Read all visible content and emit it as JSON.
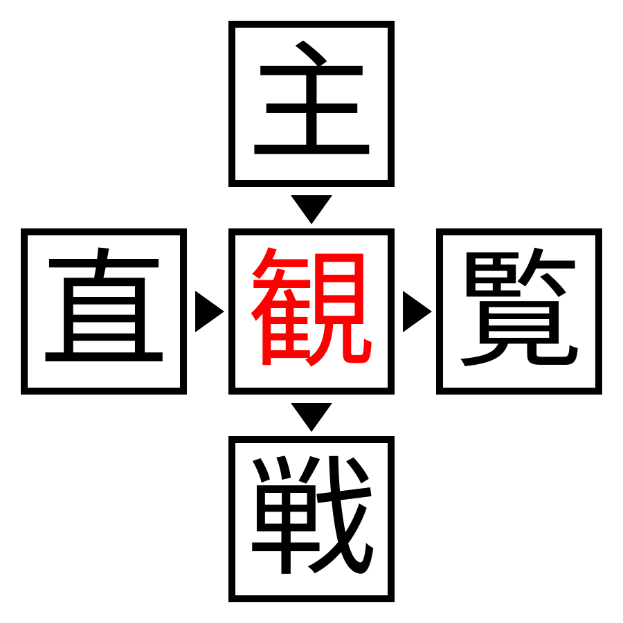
{
  "puzzle": {
    "type": "kanji-compound-cross",
    "center": {
      "char": "観",
      "color": "#ff0000"
    },
    "top": {
      "char": "主",
      "color": "#000000"
    },
    "left": {
      "char": "直",
      "color": "#000000"
    },
    "right": {
      "char": "覧",
      "color": "#000000"
    },
    "bottom": {
      "char": "戦",
      "color": "#000000"
    },
    "arrows": [
      {
        "from": "top",
        "to": "center",
        "direction": "down"
      },
      {
        "from": "left",
        "to": "center",
        "direction": "right"
      },
      {
        "from": "center",
        "to": "right",
        "direction": "right"
      },
      {
        "from": "center",
        "to": "bottom",
        "direction": "down"
      }
    ],
    "compounds": [
      "主観",
      "直観",
      "観覧",
      "観戦"
    ]
  },
  "style": {
    "border_color": "#000000",
    "background": "#ffffff",
    "accent": "#ff0000"
  }
}
